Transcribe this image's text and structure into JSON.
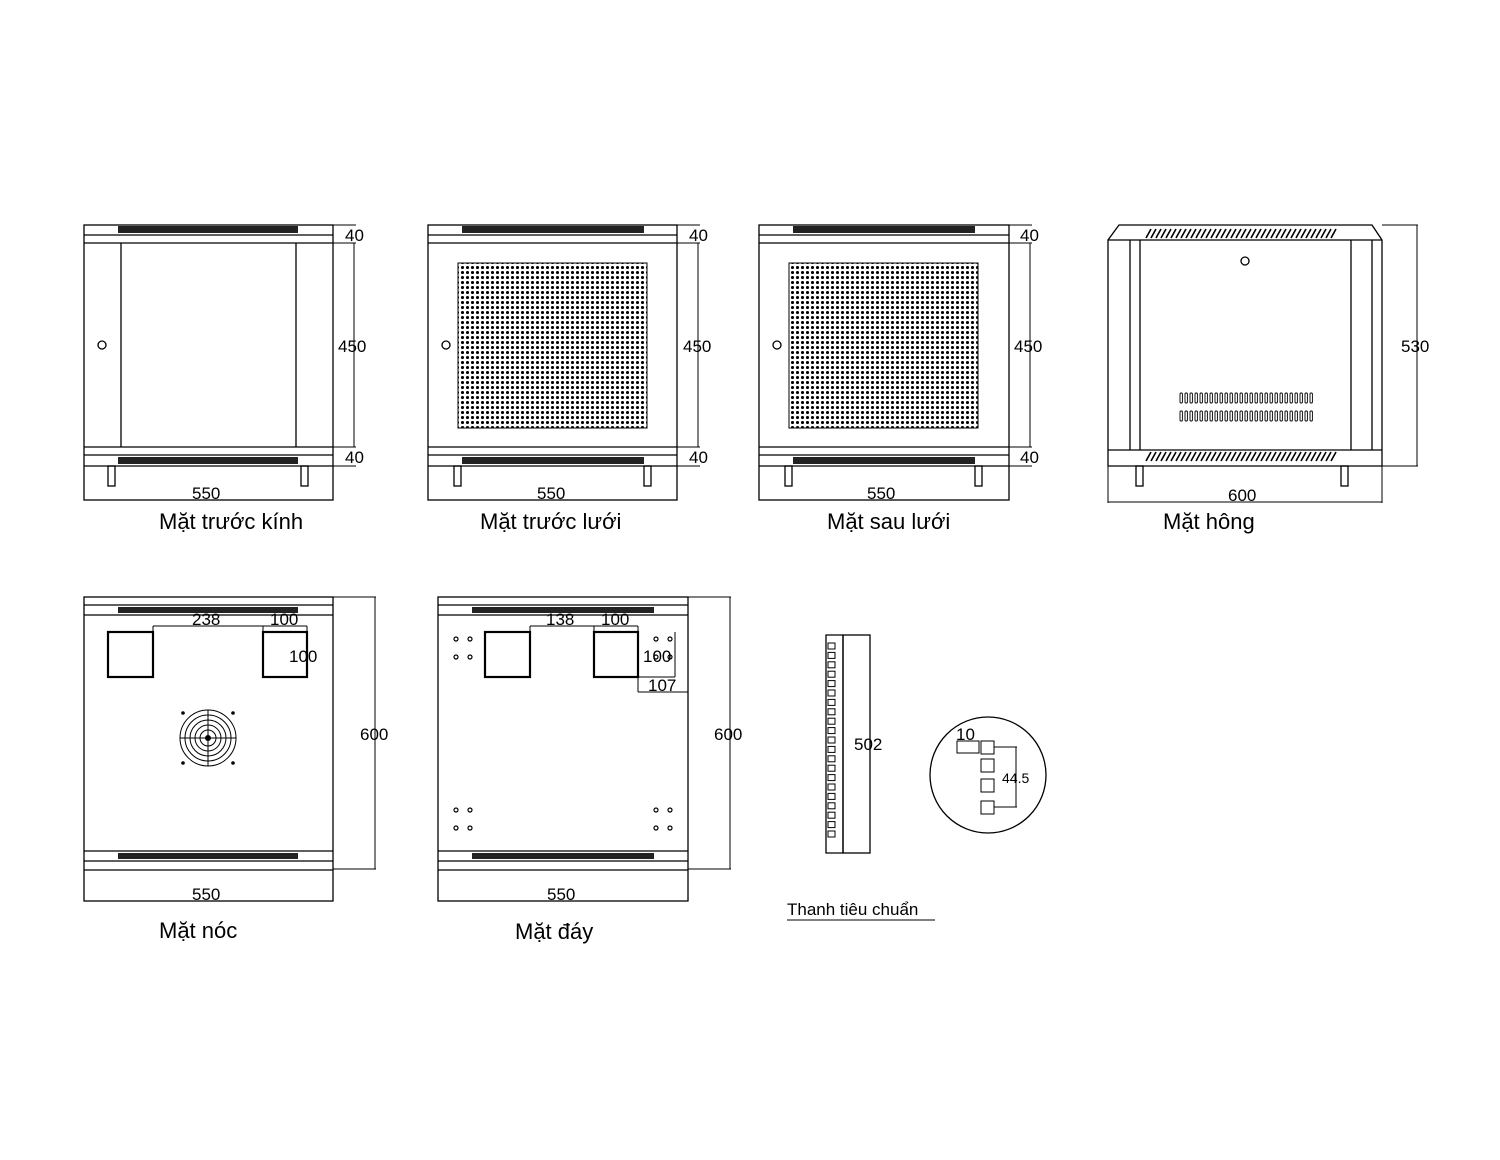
{
  "views": {
    "front_glass": {
      "caption": "Mặt trước kính",
      "dim_top": "40",
      "dim_height": "450",
      "dim_bottom": "40",
      "dim_width": "550"
    },
    "front_mesh": {
      "caption": "Mặt trước lưới",
      "dim_top": "40",
      "dim_height": "450",
      "dim_bottom": "40",
      "dim_width": "550"
    },
    "rear_mesh": {
      "caption": "Mặt sau lưới",
      "dim_top": "40",
      "dim_height": "450",
      "dim_bottom": "40",
      "dim_width": "550"
    },
    "side": {
      "caption": "Mặt hông",
      "dim_height": "530",
      "dim_width": "600"
    },
    "top": {
      "caption": "Mặt nóc",
      "dim_offset": "238",
      "dim_hole_w": "100",
      "dim_hole_h": "100",
      "dim_depth": "600",
      "dim_width": "550"
    },
    "bottom": {
      "caption": "Mặt đáy",
      "dim_offset": "138",
      "dim_hole_w": "100",
      "dim_hole_h": "100",
      "dim_edge": "107",
      "dim_depth": "600",
      "dim_width": "550"
    },
    "rail": {
      "caption": "Thanh tiêu chuẩn",
      "dim_length": "502",
      "detail_pitch": "10",
      "detail_unit": "44.5"
    }
  }
}
